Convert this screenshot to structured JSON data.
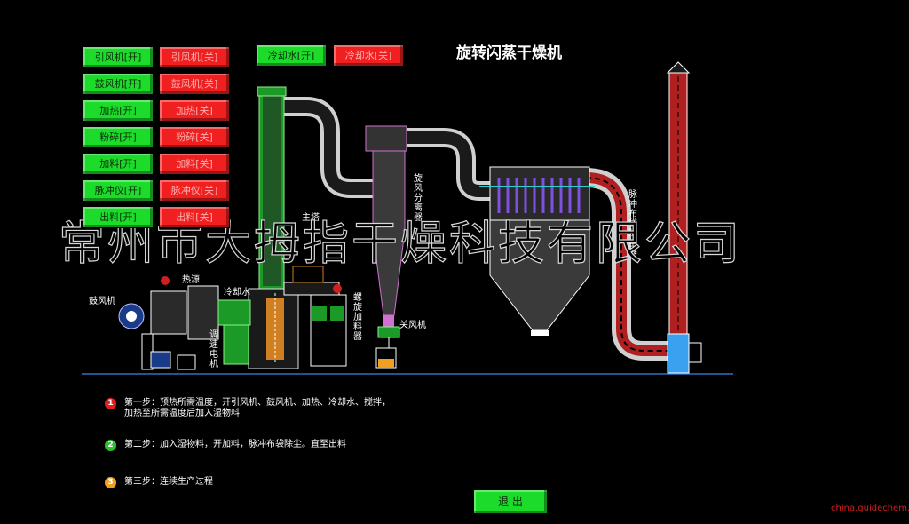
{
  "header": {
    "title": "旋转闪蒸干燥机"
  },
  "controls": [
    {
      "on": "引风机[开]",
      "off": "引风机[关]"
    },
    {
      "on": "鼓风机[开]",
      "off": "鼓风机[关]"
    },
    {
      "on": "加热[开]",
      "off": "加热[关]"
    },
    {
      "on": "粉碎[开]",
      "off": "粉碎[关]"
    },
    {
      "on": "加料[开]",
      "off": "加料[关]"
    },
    {
      "on": "脉冲仪[开]",
      "off": "脉冲仪[关]"
    },
    {
      "on": "出料[开]",
      "off": "出料[关]"
    }
  ],
  "cooling": {
    "on": "冷却水[开]",
    "off": "冷却水[关]"
  },
  "diagram": {
    "blower": "鼓风机",
    "heat_source": "热源",
    "cooling_water": "冷却水",
    "main_tower": "主塔",
    "speed_motor": "调速电机",
    "screw_feeder": "螺旋加料器",
    "cyclone": "旋风分离器",
    "air_lock": "关风机",
    "bag_filter": "脉冲布袋除尘器"
  },
  "watermark": "常州市大拇指干燥科技有限公司",
  "steps": [
    {
      "num": "1",
      "color": "#e02020",
      "text": "第一步：预热所需温度，开引风机、鼓风机、加热、冷却水、搅拌，",
      "text2": "加热至所需温度后加入湿物料"
    },
    {
      "num": "2",
      "color": "#30c030",
      "text": "第二步：加入湿物料，开加料，脉冲布袋除尘。直至出料"
    },
    {
      "num": "3",
      "color": "#f0a020",
      "text": "第三步：连续生产过程"
    }
  ],
  "exit_label": "退 出",
  "credit": "china.guidechem.com",
  "colors": {
    "on": "#1ddb2a",
    "off": "#f02020",
    "equipment": "#1fa82a",
    "duct": "#c8c8c8",
    "cyclone": "#c060c0"
  }
}
